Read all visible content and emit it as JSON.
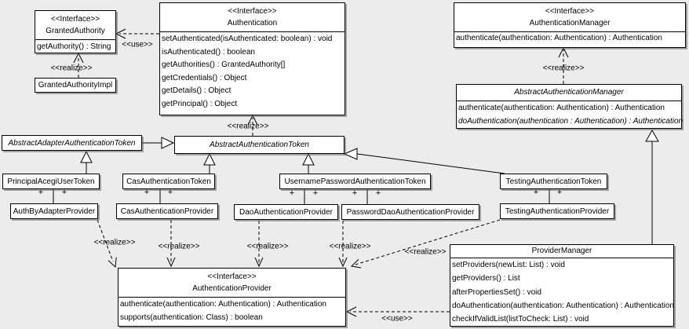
{
  "colors": {
    "background": "#ececec",
    "box_fill": "#ffffff",
    "line_color": "#000000",
    "shadow": "#6e6e6e"
  },
  "labels": {
    "use": "<<use>>",
    "realize": "<<realize>>",
    "plus": "+"
  },
  "classes": {
    "granted_authority": {
      "stereotype": "<<Interface>>",
      "name": "GrantedAuthority",
      "methods": [
        "getAuthority() : String"
      ]
    },
    "granted_authority_impl": {
      "name": "GrantedAuthorityImpl"
    },
    "authentication": {
      "stereotype": "<<Interface>>",
      "name": "Authentication",
      "methods": [
        "setAuthenticated(isAuthenticated: boolean) : void",
        "isAuthenticated() : boolean",
        "getAuthorities() : GrantedAuthority[]",
        "getCredentials() : Object",
        "getDetails() : Object",
        "getPrincipal() : Object"
      ]
    },
    "authentication_manager": {
      "stereotype": "<<Interface>>",
      "name": "AuthenticationManager",
      "methods": [
        "authenticate(authentication: Authentication) : Authentication"
      ]
    },
    "abstract_authentication_manager": {
      "name": "AbstractAuthenticationManager",
      "methods": [
        "authenticate(authentication: Authentication) : Authentication",
        "doAuthentication(authentication : Authentication) : Authentication"
      ]
    },
    "abstract_adapter_authentication_token": {
      "name": "AbstractAdapterAuthenticationToken"
    },
    "abstract_authentication_token": {
      "name": "AbstractAuthenticationToken"
    },
    "principal_acegi_user_token": {
      "name": "PrincipalAcegiUserToken"
    },
    "cas_authentication_token": {
      "name": "CasAuthenticationToken"
    },
    "username_password_authentication_token": {
      "name": "UsernamePasswordAuthenticationToken"
    },
    "testing_authentication_token": {
      "name": "TestingAuthenticationToken"
    },
    "auth_by_adapter_provider": {
      "name": "AuthByAdapterProvider"
    },
    "cas_authentication_provider": {
      "name": "CasAuthenticationProvider"
    },
    "dao_authentication_provider": {
      "name": "DaoAuthenticationProvider"
    },
    "password_dao_authentication_provider": {
      "name": "PasswordDaoAuthenticationProvider"
    },
    "testing_authentication_provider": {
      "name": "TestingAuthenticationProvider"
    },
    "authentication_provider": {
      "stereotype": "<<Interface>>",
      "name": "AuthenticationProvider",
      "methods": [
        "authenticate(authentication: Authentication) : Authentication",
        "supports(authentication: Class) : boolean"
      ]
    },
    "provider_manager": {
      "name": "ProviderManager",
      "methods": [
        "setProviders(newList: List) : void",
        "getProviders() : List",
        "afterPropertiesSet() : void",
        "doAuthentication(authentication: Authentication) : Authentication",
        "checkIfValidList(listToCheck: List) : void"
      ]
    }
  }
}
